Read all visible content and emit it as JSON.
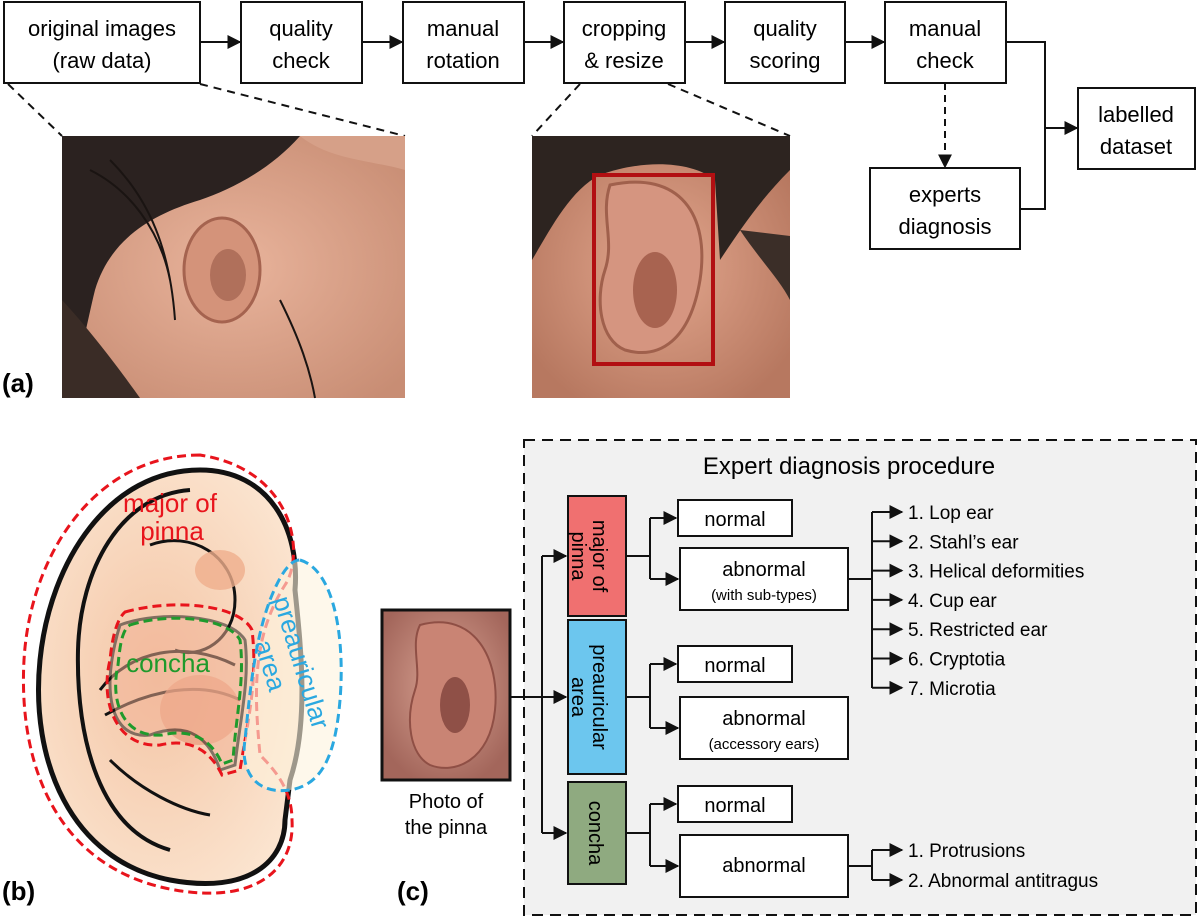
{
  "pipeline": {
    "steps": [
      {
        "line1": "original images",
        "line2": "(raw data)"
      },
      {
        "line1": "quality",
        "line2": "check"
      },
      {
        "line1": "manual",
        "line2": "rotation"
      },
      {
        "line1": "cropping",
        "line2": "& resize"
      },
      {
        "line1": "quality",
        "line2": "scoring"
      },
      {
        "line1": "manual",
        "line2": "check"
      }
    ],
    "experts": {
      "line1": "experts",
      "line2": "diagnosis"
    },
    "labelled": {
      "line1": "labelled",
      "line2": "dataset"
    }
  },
  "panel_labels": {
    "a": "(a)",
    "b": "(b)",
    "c": "(c)"
  },
  "ear_regions": {
    "pinna": {
      "line1": "major of",
      "line2": "pinna",
      "color": "#e8141c"
    },
    "concha": {
      "label": "concha",
      "color": "#1f9a2c"
    },
    "preauricular": {
      "line1": "preauricular",
      "line2": "area",
      "color": "#2aa8e0"
    }
  },
  "photo_caption": {
    "line1": "Photo of",
    "line2": "the pinna"
  },
  "procedure": {
    "title": "Expert diagnosis procedure",
    "categories": [
      {
        "line1": "major of",
        "line2": "pinna",
        "color": "#f07070"
      },
      {
        "line1": "preauricular",
        "line2": "area",
        "color": "#6cc6ee"
      },
      {
        "line1": "concha",
        "line2": "",
        "color": "#8faa80"
      }
    ],
    "normal_label": "normal",
    "abnormal_pinna": {
      "main": "abnormal",
      "sub": "(with sub-types)"
    },
    "abnormal_preauricular": {
      "main": "abnormal",
      "sub": "(accessory ears)"
    },
    "abnormal_concha": {
      "main": "abnormal"
    },
    "pinna_subtypes": [
      "1. Lop ear",
      "2. Stahl’s ear",
      "3. Helical deformities",
      "4. Cup ear",
      "5. Restricted ear",
      "6. Cryptotia",
      "7. Microtia"
    ],
    "concha_subtypes": [
      "1. Protrusions",
      "2. Abnormal antitragus"
    ]
  }
}
